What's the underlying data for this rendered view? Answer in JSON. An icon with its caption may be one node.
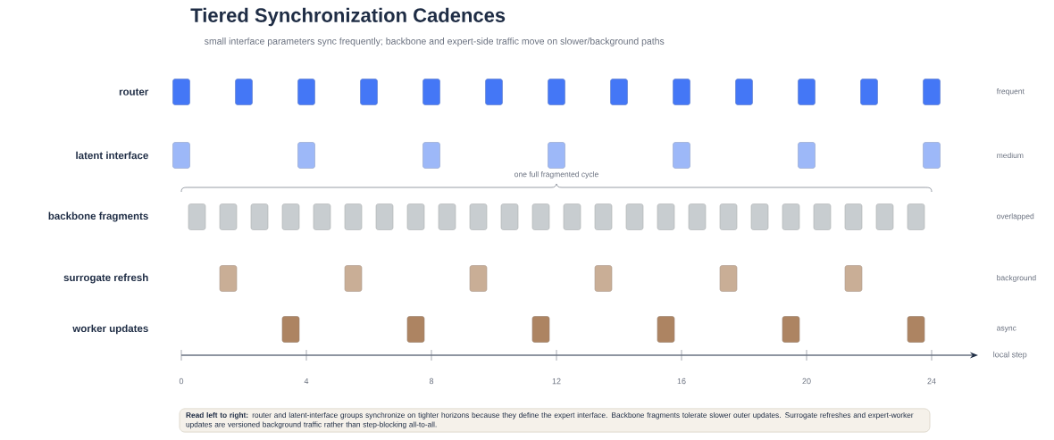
{
  "diagram": {
    "title": "Tiered Synchronization Cadences",
    "nodes": [
      {
        "text": [],
        "shape": "box"
      },
      {
        "text": [],
        "shape": "box"
      },
      {
        "text": [],
        "shape": "box"
      },
      {
        "text": [],
        "shape": "box"
      },
      {
        "text": [],
        "shape": "box"
      },
      {
        "text": [],
        "shape": "box"
      },
      {
        "text": [],
        "shape": "box"
      },
      {
        "text": [],
        "shape": "box"
      },
      {
        "text": [],
        "shape": "box"
      },
      {
        "text": [],
        "shape": "box"
      },
      {
        "text": [],
        "shape": "box"
      },
      {
        "text": [],
        "shape": "box"
      },
      {
        "text": [],
        "shape": "box"
      },
      {
        "text": [],
        "shape": "box"
      },
      {
        "text": [],
        "shape": "box"
      },
      {
        "text": [],
        "shape": "box"
      },
      {
        "text": [],
        "shape": "box"
      },
      {
        "text": [],
        "shape": "box"
      },
      {
        "text": [],
        "shape": "box"
      },
      {
        "text": [],
        "shape": "box"
      },
      {
        "text": [],
        "shape": "box"
      },
      {
        "text": [],
        "shape": "box"
      },
      {
        "text": [],
        "shape": "box"
      },
      {
        "text": [],
        "shape": "box"
      },
      {
        "text": [],
        "shape": "box"
      },
      {
        "text": [],
        "shape": "box"
      },
      {
        "text": [],
        "shape": "box"
      },
      {
        "text": [],
        "shape": "box"
      },
      {
        "text": [],
        "shape": "box"
      },
      {
        "text": [],
        "shape": "box"
      },
      {
        "text": [],
        "shape": "box"
      },
      {
        "text": [],
        "shape": "box"
      },
      {
        "text": [],
        "shape": "box"
      },
      {
        "text": [],
        "shape": "box"
      },
      {
        "text": [],
        "shape": "box"
      },
      {
        "text": [],
        "shape": "box"
      },
      {
        "text": [],
        "shape": "box"
      },
      {
        "text": [],
        "shape": "box"
      },
      {
        "text": [],
        "shape": "box"
      },
      {
        "text": [],
        "shape": "box"
      },
      {
        "text": [],
        "shape": "box"
      },
      {
        "text": [],
        "shape": "box"
      },
      {
        "text": [],
        "shape": "box"
      },
      {
        "text": [],
        "shape": "box"
      },
      {
        "text": [],
        "shape": "box"
      },
      {
        "text": [],
        "shape": "box"
      },
      {
        "text": [],
        "shape": "box"
      },
      {
        "text": [],
        "shape": "box"
      },
      {
        "text": [],
        "shape": "box"
      },
      {
        "text": [],
        "shape": "box"
      },
      {
        "text": [],
        "shape": "box"
      },
      {
        "text": [],
        "shape": "box"
      },
      {
        "text": [],
        "shape": "box"
      },
      {
        "text": [],
        "shape": "box"
      },
      {
        "text": [],
        "shape": "box"
      },
      {
        "text": [],
        "shape": "box"
      },
      {
        "text": [
          "**Read left to right:** router and latent-interface groups synchronize on tighter horizons because they define the expert interface. Backbone fragments tolerate slower outer updates. Surrogate refreshes and expert-worker updates are versioned background traffic rather than step-blocking all-to-all."
        ]
      }
    ],
    "labels": [
      "small interface parameters sync frequently; backbone and expert-side traffic move on slower/background paths",
      "router",
      "frequent",
      "latent interface",
      "medium",
      "one full fragmented cycle",
      "backbone fragments",
      "overlapped",
      "surrogate refresh",
      "background",
      "worker updates",
      "async",
      "local step",
      "0",
      "4",
      "8",
      "12",
      "16",
      "20",
      "24"
    ]
  }
}
